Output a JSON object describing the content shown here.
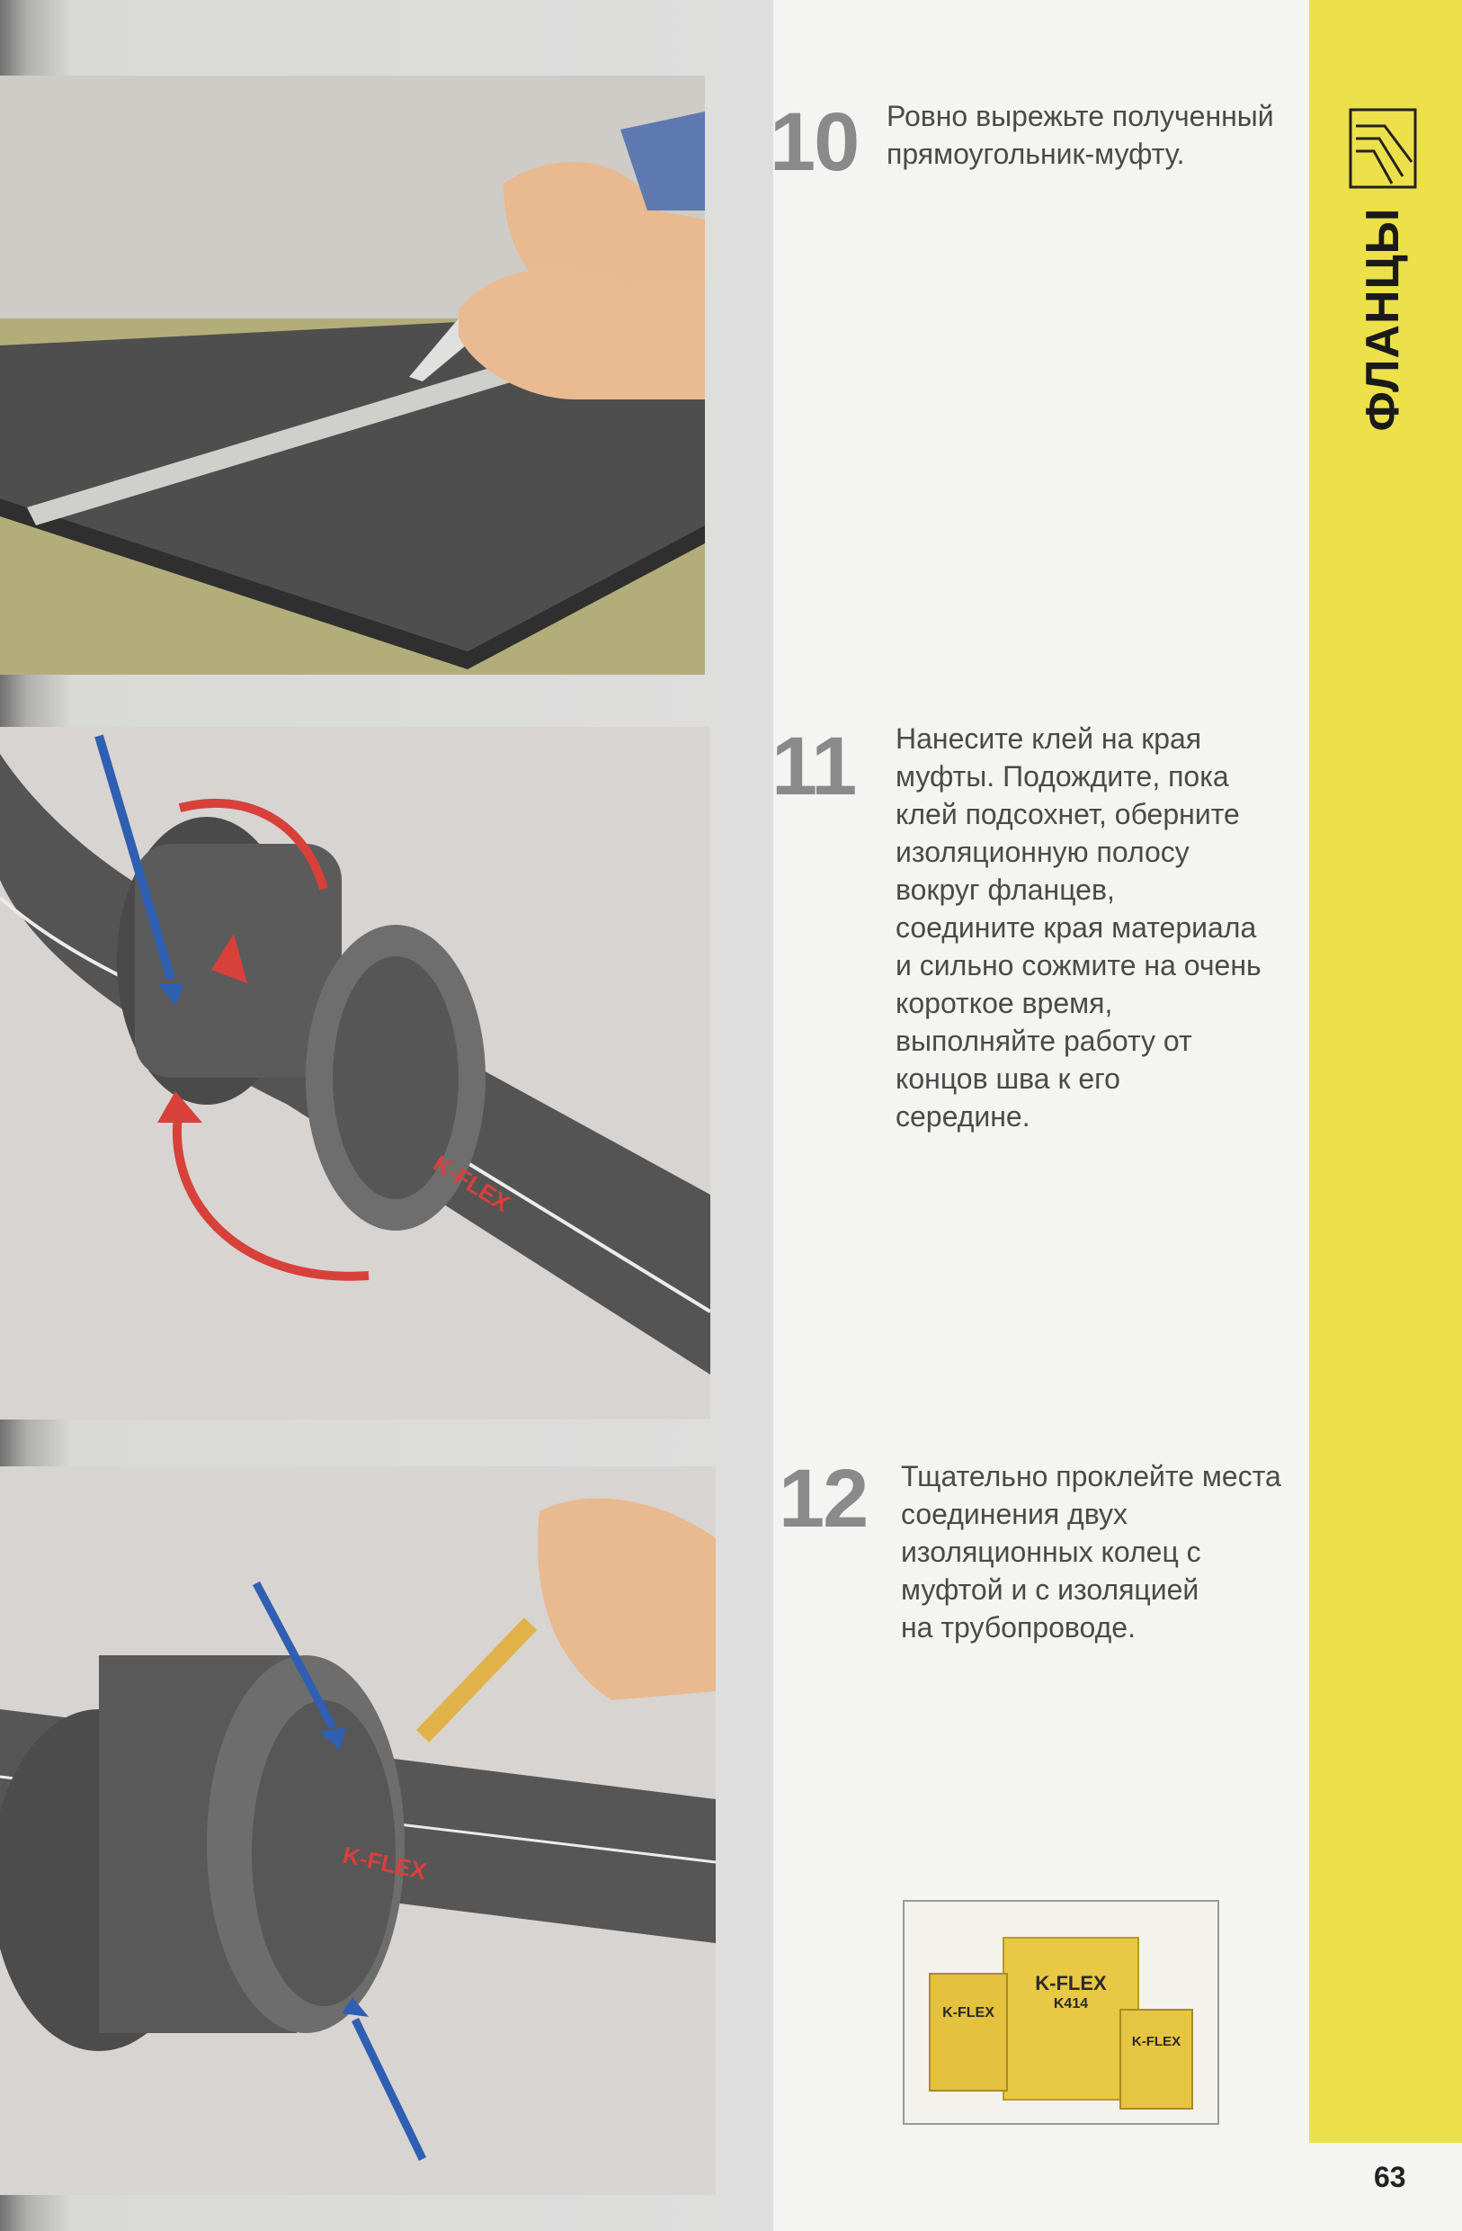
{
  "section": {
    "title": "ФЛАНЦЫ"
  },
  "steps": [
    {
      "number": "10",
      "text": "Ровно вырежьте полученный\nпрямоугольник-муфту."
    },
    {
      "number": "11",
      "text": "Нанесите клей на края\nмуфты. Подождите, пока\nклей подсохнет, оберните\nизоляционную полосу\nвокруг фланцев,\nсоедините края материала\nи сильно сожмите на очень\nкороткое время,\nвыполняйте работу от\nконцов шва к его\nсередине."
    },
    {
      "number": "12",
      "text": "Тщательно проклейте места\nсоединения двух\nизоляционных колец с\nмуфтой и с изоляцией\nна трубопроводе."
    }
  ],
  "brand_labels": {
    "pipe_label_1": "K-FLEX",
    "pipe_label_2": "K-FLEX"
  },
  "product": {
    "brand": "K-FLEX",
    "model": "K414"
  },
  "page_number": "63",
  "colors": {
    "yellow": "#ece14a",
    "arrow_blue": "#2f5fb3",
    "arrow_red": "#d8403a",
    "insulation": "#555555"
  }
}
